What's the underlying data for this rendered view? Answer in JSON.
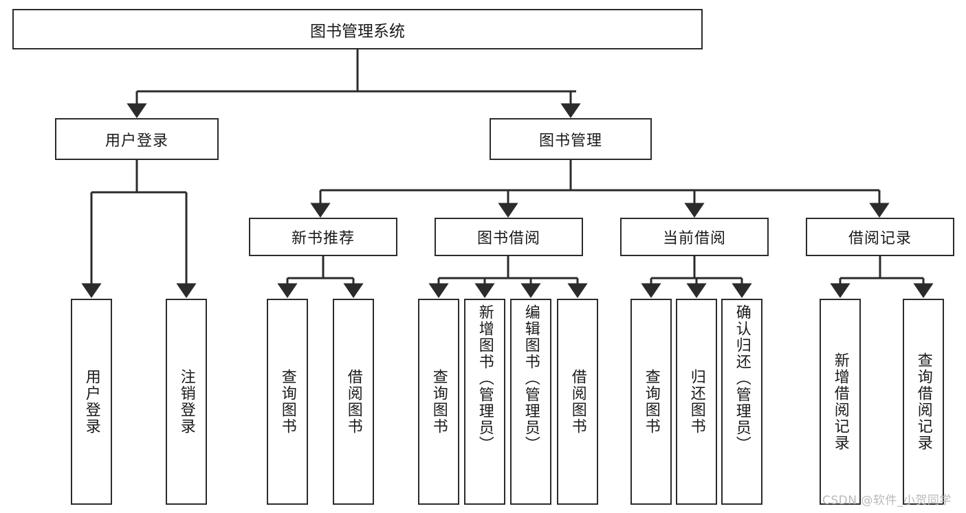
{
  "diagram": {
    "type": "tree",
    "title": "图书管理系统",
    "root": {
      "label": "图书管理系统"
    },
    "level2": [
      {
        "label": "用户登录"
      },
      {
        "label": "图书管理"
      }
    ],
    "level3": [
      {
        "label": "新书推荐"
      },
      {
        "label": "图书借阅"
      },
      {
        "label": "当前借阅"
      },
      {
        "label": "借阅记录"
      }
    ],
    "leaves": {
      "user_login": [
        {
          "label": "用户登录"
        },
        {
          "label": "注销登录"
        }
      ],
      "new_book_recommend": [
        {
          "label": "查询图书"
        },
        {
          "label": "借阅图书"
        }
      ],
      "book_borrow": [
        {
          "label": "查询图书"
        },
        {
          "label": "新增图书（管理员）"
        },
        {
          "label": "编辑图书（管理员）"
        },
        {
          "label": "借阅图书"
        }
      ],
      "current_borrow": [
        {
          "label": "查询图书"
        },
        {
          "label": "归还图书"
        },
        {
          "label": "确认归还（管理员）"
        }
      ],
      "borrow_record": [
        {
          "label": "新增借阅记录"
        },
        {
          "label": "查询借阅记录"
        }
      ]
    }
  },
  "watermark": {
    "text": "CSDN @软件_小贺同学"
  },
  "colors": {
    "line": "#2b2b2b",
    "box_fill": "#ffffff",
    "text": "#1a1a1a",
    "watermark": "#b9b9b9"
  }
}
